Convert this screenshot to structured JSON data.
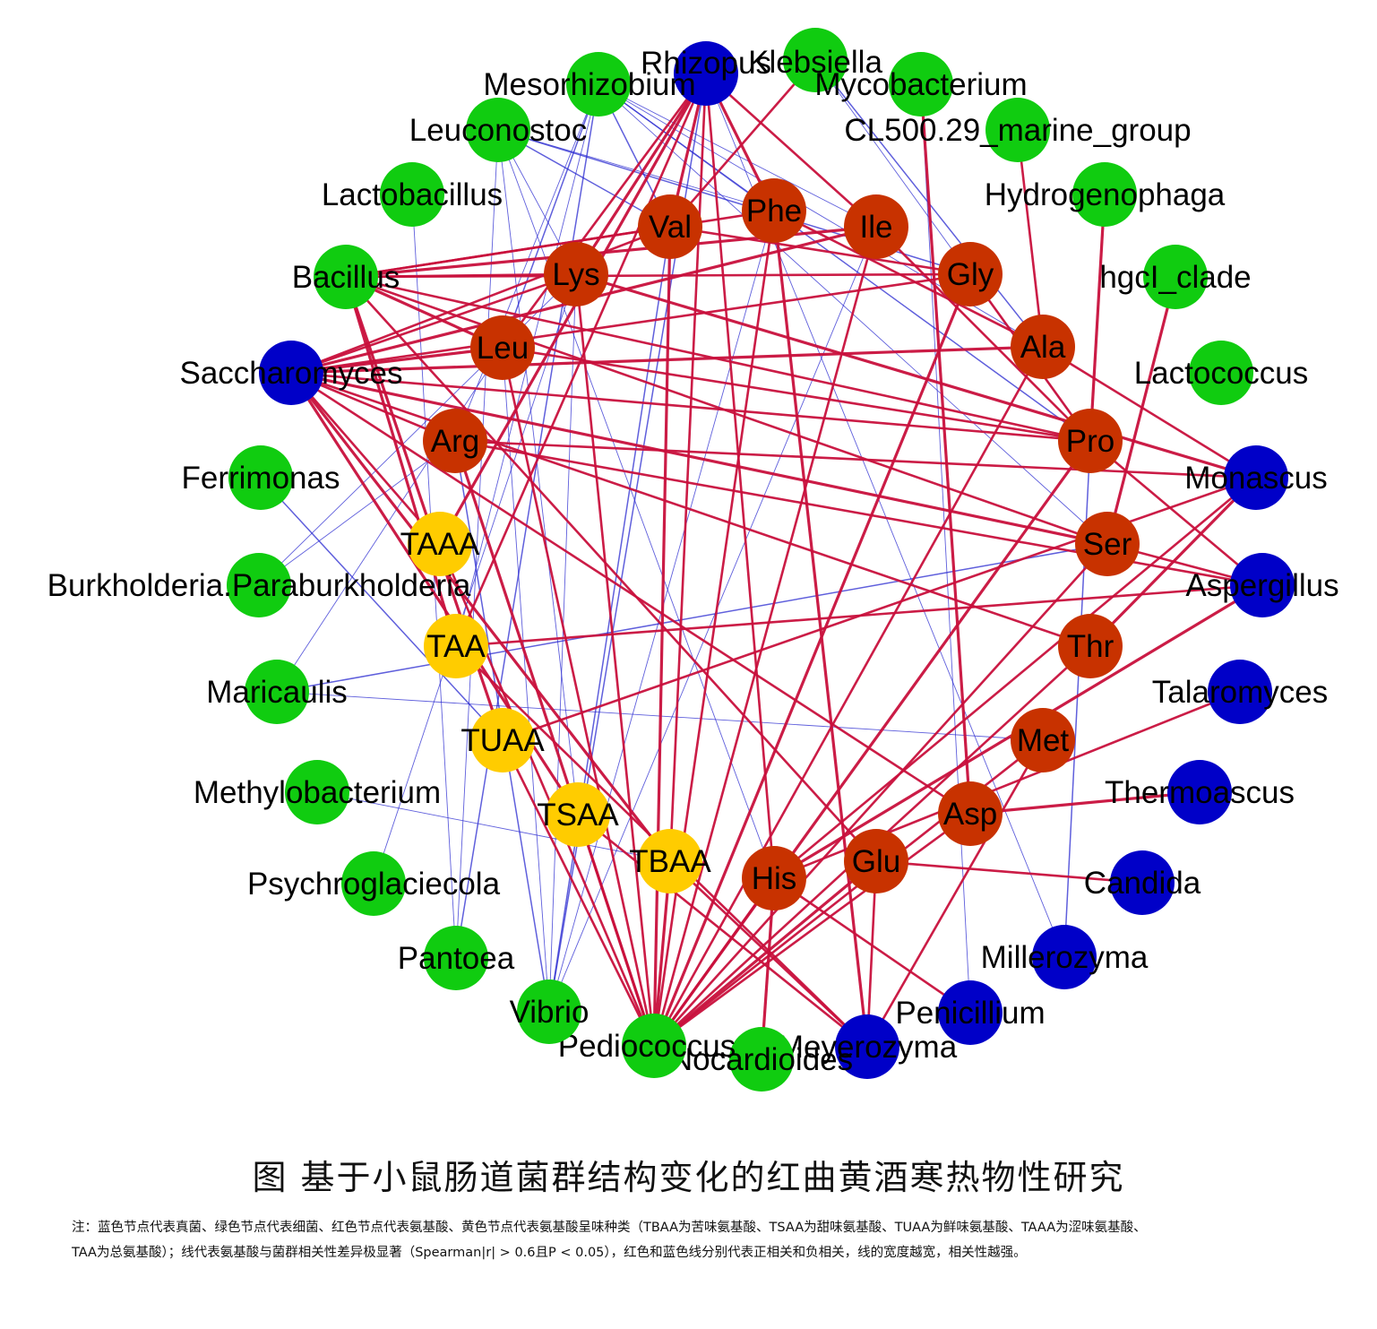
{
  "colors": {
    "fungus": "#0000c8",
    "bacteria": "#10cc10",
    "amino_acid": "#c83200",
    "taste_class": "#ffcc00",
    "edge_positive": "#c8103c",
    "edge_negative": "#2a2ad0"
  },
  "nodes": {
    "fungi": [
      "Rhizopus",
      "Monascus",
      "Aspergillus",
      "Talaromyces",
      "Thermoascus",
      "Candida",
      "Millerozyma",
      "Penicillium",
      "Meyerozyma",
      "Saccharomyces"
    ],
    "bacteria": [
      "Klebsiella",
      "Mycobacterium",
      "CL500.29_marine_group",
      "Hydrogenophaga",
      "hgcI_clade",
      "Lactococcus",
      "Nocardioides",
      "Pediococcus",
      "Vibrio",
      "Pantoea",
      "Psychroglaciecola",
      "Methylobacterium",
      "Maricaulis",
      "Burkholderia.Paraburkholderia",
      "Ferrimonas",
      "Bacillus",
      "Lactobacillus",
      "Leuconostoc",
      "Mesorhizobium"
    ],
    "amino_acids": [
      "Val",
      "Phe",
      "Ile",
      "Gly",
      "Ala",
      "Pro",
      "Ser",
      "Thr",
      "Met",
      "Asp",
      "Glu",
      "His",
      "Lys",
      "Leu",
      "Arg"
    ],
    "taste_classes": [
      "TAAA",
      "TAA",
      "TUAA",
      "TSAA",
      "TBAA"
    ]
  },
  "edges": {
    "positive": [
      [
        "Val",
        "Rhizopus"
      ],
      [
        "Val",
        "Bacillus"
      ],
      [
        "Val",
        "Saccharomyces"
      ],
      [
        "Val",
        "Pediococcus"
      ],
      [
        "Val",
        "Klebsiella"
      ],
      [
        "Val",
        "Gly"
      ],
      [
        "Phe",
        "Rhizopus"
      ],
      [
        "Phe",
        "Bacillus"
      ],
      [
        "Phe",
        "Pediococcus"
      ],
      [
        "Phe",
        "Meyerozyma"
      ],
      [
        "Phe",
        "Ala"
      ],
      [
        "Ile",
        "Rhizopus"
      ],
      [
        "Ile",
        "Bacillus"
      ],
      [
        "Ile",
        "Pediococcus"
      ],
      [
        "Ile",
        "Pro"
      ],
      [
        "Ile",
        "Saccharomyces"
      ],
      [
        "Gly",
        "Bacillus"
      ],
      [
        "Gly",
        "Saccharomyces"
      ],
      [
        "Gly",
        "Pediococcus"
      ],
      [
        "Gly",
        "Pro"
      ],
      [
        "Ala",
        "CL500.29_marine_group"
      ],
      [
        "Ala",
        "Saccharomyces"
      ],
      [
        "Ala",
        "Pediococcus"
      ],
      [
        "Ala",
        "Monascus"
      ],
      [
        "Pro",
        "Hydrogenophaga"
      ],
      [
        "Pro",
        "Saccharomyces"
      ],
      [
        "Pro",
        "Bacillus"
      ],
      [
        "Pro",
        "Pediococcus"
      ],
      [
        "Pro",
        "Aspergillus"
      ],
      [
        "Ser",
        "Bacillus"
      ],
      [
        "Ser",
        "Saccharomyces"
      ],
      [
        "Ser",
        "Pediococcus"
      ],
      [
        "Ser",
        "Aspergillus"
      ],
      [
        "Ser",
        "hgcI_clade"
      ],
      [
        "Thr",
        "Saccharomyces"
      ],
      [
        "Thr",
        "Pediococcus"
      ],
      [
        "Thr",
        "Monascus"
      ],
      [
        "Met",
        "Pediococcus"
      ],
      [
        "Met",
        "Meyerozyma"
      ],
      [
        "Asp",
        "Thermoascus"
      ],
      [
        "Asp",
        "Pediococcus"
      ],
      [
        "Asp",
        "Saccharomyces"
      ],
      [
        "Asp",
        "Mycobacterium"
      ],
      [
        "Glu",
        "Candida"
      ],
      [
        "Glu",
        "Meyerozyma"
      ],
      [
        "Glu",
        "Pediococcus"
      ],
      [
        "Glu",
        "Bacillus"
      ],
      [
        "His",
        "Monascus"
      ],
      [
        "His",
        "Aspergillus"
      ],
      [
        "His",
        "Penicillium"
      ],
      [
        "His",
        "Pediococcus"
      ],
      [
        "His",
        "Nocardioides"
      ],
      [
        "His",
        "Rhizopus"
      ],
      [
        "His",
        "Talaromyces"
      ],
      [
        "Lys",
        "Rhizopus"
      ],
      [
        "Lys",
        "Bacillus"
      ],
      [
        "Lys",
        "Pediococcus"
      ],
      [
        "Lys",
        "Monascus"
      ],
      [
        "Lys",
        "Saccharomyces"
      ],
      [
        "Leu",
        "Rhizopus"
      ],
      [
        "Leu",
        "Bacillus"
      ],
      [
        "Leu",
        "Pediococcus"
      ],
      [
        "Leu",
        "Pro"
      ],
      [
        "Leu",
        "Saccharomyces"
      ],
      [
        "Arg",
        "Monascus"
      ],
      [
        "Arg",
        "Aspergillus"
      ],
      [
        "Arg",
        "Pediococcus"
      ],
      [
        "Arg",
        "Saccharomyces"
      ],
      [
        "TAAA",
        "Saccharomyces"
      ],
      [
        "TAAA",
        "Rhizopus"
      ],
      [
        "TAAA",
        "Pediococcus"
      ],
      [
        "TAA",
        "Aspergillus"
      ],
      [
        "TAA",
        "Bacillus"
      ],
      [
        "TAA",
        "Rhizopus"
      ],
      [
        "TAA",
        "Meyerozyma"
      ],
      [
        "TUAA",
        "Bacillus"
      ],
      [
        "TUAA",
        "Pediococcus"
      ],
      [
        "TUAA",
        "Monascus"
      ],
      [
        "TSAA",
        "Saccharomyces"
      ],
      [
        "TSAA",
        "Pediococcus"
      ],
      [
        "TSAA",
        "Meyerozyma"
      ],
      [
        "TBAA",
        "Saccharomyces"
      ],
      [
        "TBAA",
        "Rhizopus"
      ],
      [
        "TBAA",
        "Meyerozyma"
      ],
      [
        "TBAA",
        "Pediococcus"
      ]
    ],
    "negative": [
      [
        "Mesorhizobium",
        "Val"
      ],
      [
        "Mesorhizobium",
        "Phe"
      ],
      [
        "Mesorhizobium",
        "Ile"
      ],
      [
        "Mesorhizobium",
        "Leu"
      ],
      [
        "Mesorhizobium",
        "Arg"
      ],
      [
        "Mesorhizobium",
        "Ser"
      ],
      [
        "Mesorhizobium",
        "Pro"
      ],
      [
        "Mesorhizobium",
        "Ala"
      ],
      [
        "Mesorhizobium",
        "TAA"
      ],
      [
        "Leuconostoc",
        "Val"
      ],
      [
        "Leuconostoc",
        "Phe"
      ],
      [
        "Leuconostoc",
        "Lys"
      ],
      [
        "Leuconostoc",
        "Gly"
      ],
      [
        "Leuconostoc",
        "TSAA"
      ],
      [
        "Leuconostoc",
        "His"
      ],
      [
        "Vibrio",
        "Val"
      ],
      [
        "Vibrio",
        "Lys"
      ],
      [
        "Vibrio",
        "Leu"
      ],
      [
        "Vibrio",
        "Arg"
      ],
      [
        "Vibrio",
        "Ile"
      ],
      [
        "Vibrio",
        "Phe"
      ],
      [
        "Vibrio",
        "Rhizopus"
      ],
      [
        "Pantoea",
        "Lactobacillus"
      ],
      [
        "Pantoea",
        "Leuconostoc"
      ],
      [
        "Pantoea",
        "Mesorhizobium"
      ],
      [
        "Maricaulis",
        "Met"
      ],
      [
        "Maricaulis",
        "Leu"
      ],
      [
        "Maricaulis",
        "Ser"
      ],
      [
        "Burkholderia.Paraburkholderia",
        "Arg"
      ],
      [
        "Burkholderia.Paraburkholderia",
        "Lys"
      ],
      [
        "Ferrimonas",
        "TUAA"
      ],
      [
        "Methylobacterium",
        "TBAA"
      ],
      [
        "Psychroglaciecola",
        "Lys"
      ],
      [
        "Millerozyma",
        "Pro"
      ],
      [
        "Millerozyma",
        "Rhizopus"
      ],
      [
        "Penicillium",
        "Mycobacterium"
      ],
      [
        "Klebsiella",
        "Ala"
      ],
      [
        "Klebsiella",
        "Pro"
      ]
    ]
  },
  "caption": {
    "title": "图  基于小鼠肠道菌群结构变化的红曲黄酒寒热物性研究",
    "note_line1": "注：蓝色节点代表真菌、绿色节点代表细菌、红色节点代表氨基酸、黄色节点代表氨基酸呈味种类（TBAA为苦味氨基酸、TSAA为甜味氨基酸、TUAA为鲜味氨基酸、TAAA为涩味氨基酸、",
    "note_line2": "TAA为总氨基酸）；线代表氨基酸与菌群相关性差异极显著（Spearman|r| > 0.6且P < 0.05），红色和蓝色线分别代表正相关和负相关，线的宽度越宽，相关性越强。"
  }
}
